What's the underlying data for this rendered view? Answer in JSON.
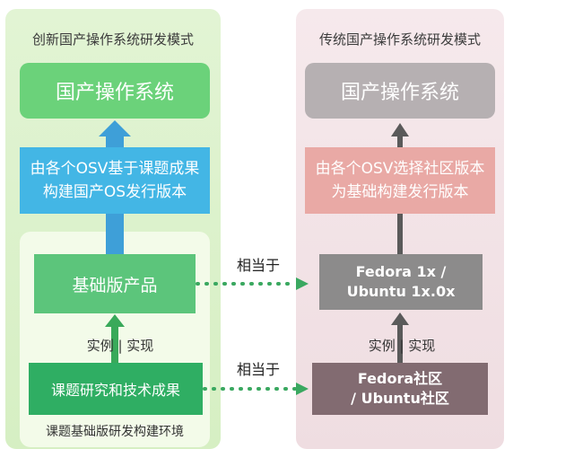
{
  "left": {
    "title": "创新国产操作系统研发模式",
    "os": "国产操作系统",
    "osv_line1": "由各个OSV基于课题成果",
    "osv_line2": "构建国产OS发行版本",
    "basic_product": "基础版产品",
    "implement": "实例 | 实现",
    "research": "课题研究和技术成果",
    "environment": "课题基础版研发构建环境"
  },
  "right": {
    "title": "传统国产操作系统研发模式",
    "os": "国产操作系统",
    "osv_line1": "由各个OSV选择社区版本",
    "osv_line2": "为基础构建发行版本",
    "fedora_line1": "Fedora 1x /",
    "fedora_line2": "Ubuntu 1x.0x",
    "implement": "实例 | 实现",
    "community_line1": "Fedora社区",
    "community_line2": "/ Ubuntu社区"
  },
  "equivalence": {
    "top": "相当于",
    "bottom": "相当于"
  },
  "colors": {
    "left_panel_bg": "#d6efc3",
    "left_os": "#6bd27a",
    "left_osv": "#43b6e5",
    "left_basic": "#5cc57b",
    "left_research": "#2fae63",
    "right_panel_bg": "#efdde1",
    "right_os": "#b6b0b2",
    "right_osv": "#e9a9a5",
    "right_fedora": "#8c8b8b",
    "right_community": "#826b71",
    "dotted_arrow": "#3aa860"
  }
}
